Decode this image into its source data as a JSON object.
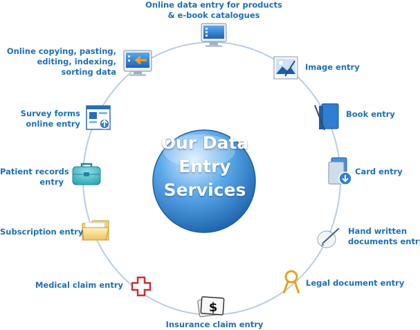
{
  "hub": {
    "lines": [
      "Our Data",
      "Entry",
      "Services"
    ]
  },
  "services": [
    {
      "label": [
        "Online data entry for products",
        "& e-book catalogues"
      ],
      "icon": "monitor-icon"
    },
    {
      "label": [
        "Image entry"
      ],
      "icon": "image-icon"
    },
    {
      "label": [
        "Book entry"
      ],
      "icon": "book-icon"
    },
    {
      "label": [
        "Card entry"
      ],
      "icon": "card-folder-icon"
    },
    {
      "label": [
        "Hand written",
        "documents entry"
      ],
      "icon": "handwriting-icon"
    },
    {
      "label": [
        "Legal document entry"
      ],
      "icon": "ribbon-icon"
    },
    {
      "label": [
        "Insurance claim entry"
      ],
      "icon": "dollar-sign-icon"
    },
    {
      "label": [
        "Medical claim entry"
      ],
      "icon": "medical-cross-icon"
    },
    {
      "label": [
        "Subscription entry"
      ],
      "icon": "folder-icon"
    },
    {
      "label": [
        "Patient records",
        "entry"
      ],
      "icon": "medical-bag-icon"
    },
    {
      "label": [
        "Survey forms",
        "online entry"
      ],
      "icon": "form-upload-icon"
    },
    {
      "label": [
        "Online copying, pasting,",
        "editing, indexing,",
        "sorting data"
      ],
      "icon": "monitor-arrow-icon"
    }
  ],
  "colors": {
    "label": "#1e6fb8",
    "ring": "#b9cde0",
    "hub": "#2e86d6"
  }
}
